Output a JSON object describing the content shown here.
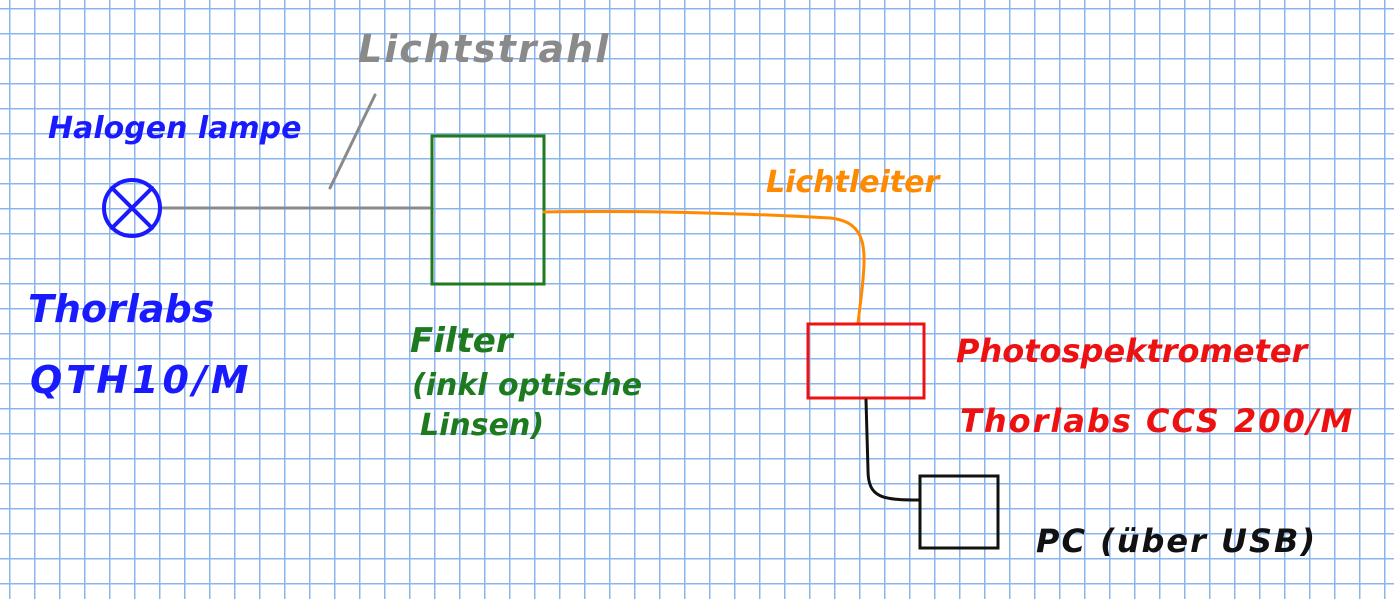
{
  "colors": {
    "grid": "#8ab4ec",
    "lamp": "#1a1aff",
    "beam": "#8a8a8a",
    "filter": "#1e7a1e",
    "fiber": "#ff8a00",
    "spectrometer": "#ee1111",
    "pc": "#111111"
  },
  "labels": {
    "beam": "Lichtstrahl",
    "lamp_title": "Halogen lampe",
    "lamp_maker": "Thorlabs",
    "lamp_model": "QTH10/M",
    "filter_line1": "Filter",
    "filter_line2": "(inkl optische",
    "filter_line3": "Linsen)",
    "fiber": "Lichtleiter",
    "spectrometer_name": "Photospektrometer",
    "spectrometer_model": "Thorlabs CCS 200/M",
    "pc": "PC (über USB)"
  },
  "icons": {
    "lamp_symbol": "circle-cross-icon"
  }
}
